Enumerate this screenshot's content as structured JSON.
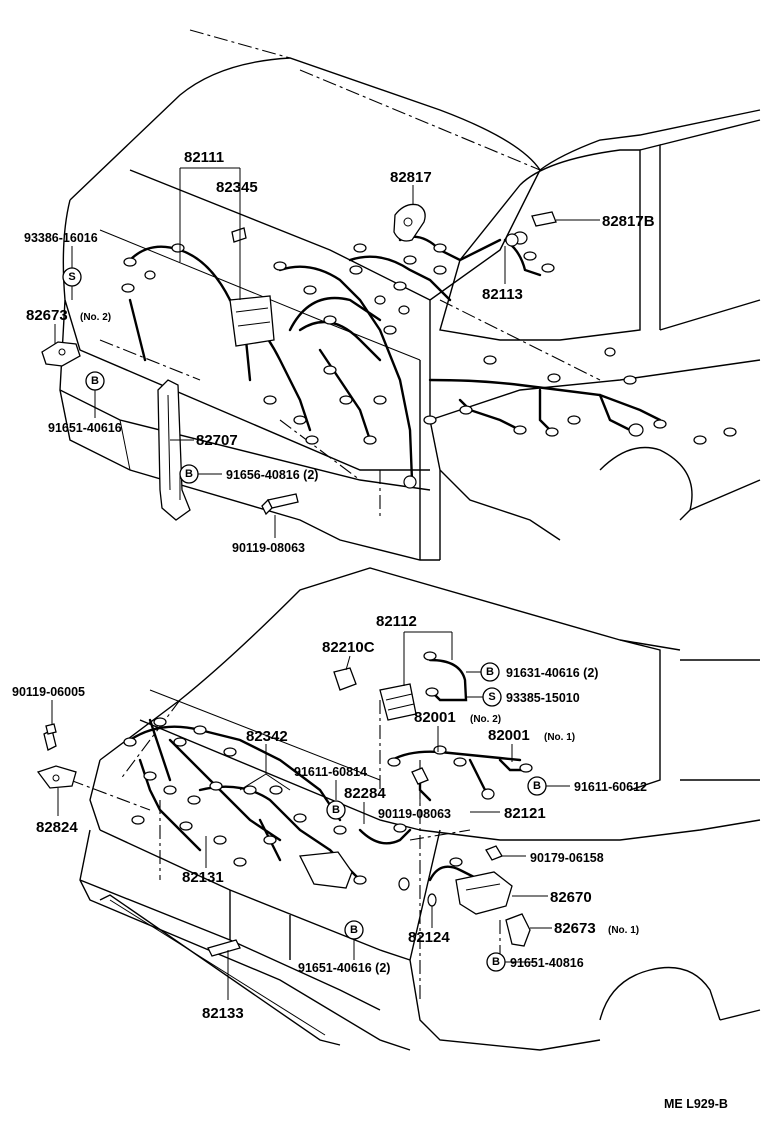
{
  "diagram_code": "ME  L929-B",
  "top_view": {
    "labels": [
      {
        "key": "p82111",
        "text": "82111"
      },
      {
        "key": "p82345",
        "text": "82345"
      },
      {
        "key": "p82817",
        "text": "82817"
      },
      {
        "key": "p82817B",
        "text": "82817B"
      },
      {
        "key": "p93386",
        "text": "93386-16016"
      },
      {
        "key": "p82113",
        "text": "82113"
      },
      {
        "key": "p82673",
        "text": "82673"
      },
      {
        "key": "p82673_note",
        "text": "(No. 2)"
      },
      {
        "key": "p91651",
        "text": "91651-40616"
      },
      {
        "key": "p82707",
        "text": "82707"
      },
      {
        "key": "p91656",
        "text": "91656-40816 (2)"
      },
      {
        "key": "p90119",
        "text": "90119-08063"
      }
    ],
    "badges": [
      {
        "key": "s1",
        "letter": "S"
      },
      {
        "key": "b1",
        "letter": "B"
      },
      {
        "key": "b2",
        "letter": "B"
      }
    ]
  },
  "bottom_view": {
    "labels": [
      {
        "key": "p82112",
        "text": "82112"
      },
      {
        "key": "p82210C",
        "text": "82210C"
      },
      {
        "key": "p91631",
        "text": "91631-40616 (2)"
      },
      {
        "key": "p93385",
        "text": "93385-15010"
      },
      {
        "key": "p90119_06005",
        "text": "90119-06005"
      },
      {
        "key": "p82001a",
        "text": "82001"
      },
      {
        "key": "p82001a_note",
        "text": "(No. 2)"
      },
      {
        "key": "p82001b",
        "text": "82001"
      },
      {
        "key": "p82001b_note",
        "text": "(No. 1)"
      },
      {
        "key": "p82342",
        "text": "82342"
      },
      {
        "key": "p91611_60814",
        "text": "91611-60814"
      },
      {
        "key": "p82284",
        "text": "82284"
      },
      {
        "key": "p91611_60612",
        "text": "91611-60612"
      },
      {
        "key": "p82824",
        "text": "82824"
      },
      {
        "key": "p90119_08063",
        "text": "90119-08063"
      },
      {
        "key": "p82121",
        "text": "82121"
      },
      {
        "key": "p90179",
        "text": "90179-06158"
      },
      {
        "key": "p82131",
        "text": "82131"
      },
      {
        "key": "p82670",
        "text": "82670"
      },
      {
        "key": "p82673",
        "text": "82673"
      },
      {
        "key": "p82673_note",
        "text": "(No. 1)"
      },
      {
        "key": "p82124",
        "text": "82124"
      },
      {
        "key": "p91651_40616",
        "text": "91651-40616 (2)"
      },
      {
        "key": "p91651_40816",
        "text": "91651-40816"
      },
      {
        "key": "p82133",
        "text": "82133"
      }
    ],
    "badges": [
      {
        "key": "b1",
        "letter": "B"
      },
      {
        "key": "s1",
        "letter": "S"
      },
      {
        "key": "b2",
        "letter": "B"
      },
      {
        "key": "b3",
        "letter": "B"
      },
      {
        "key": "b4",
        "letter": "B"
      },
      {
        "key": "b5",
        "letter": "B"
      }
    ]
  }
}
